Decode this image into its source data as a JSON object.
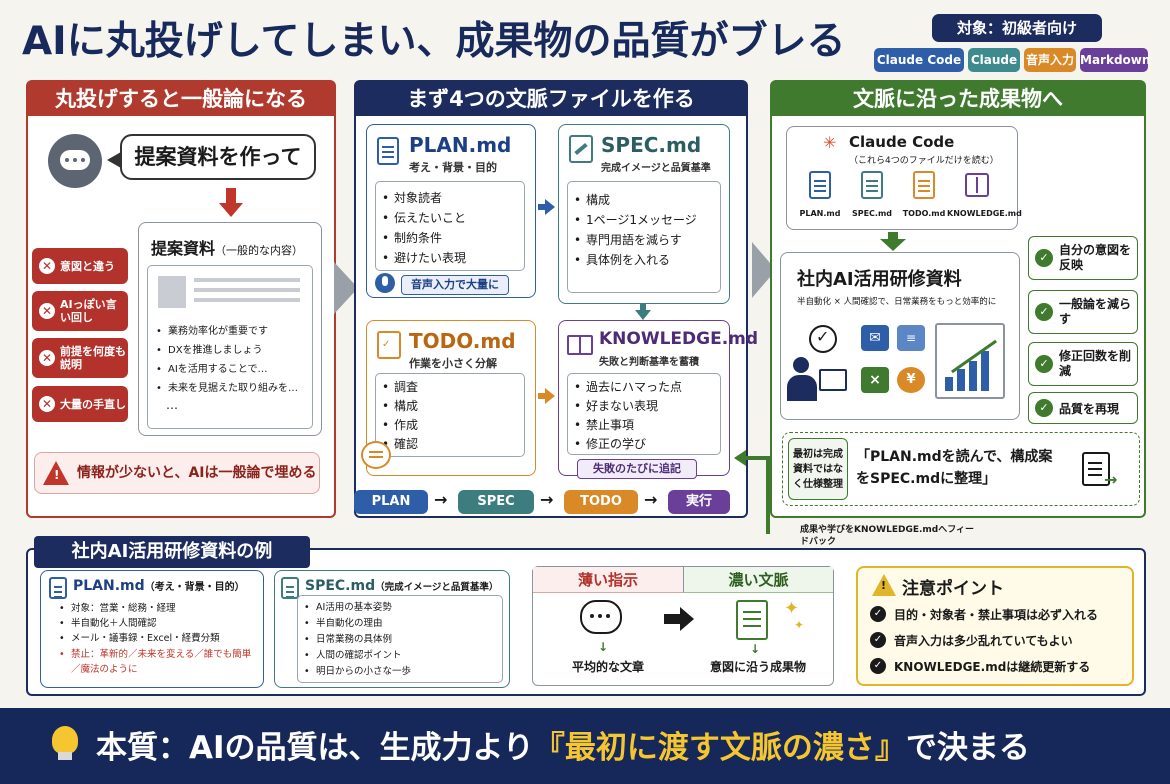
{
  "title": "AIに丸投げしてしまい、成果物の品質がブレる",
  "audience": "対象：初級者向け",
  "tags": [
    {
      "label": "Claude Code",
      "color": "#2f5ea8"
    },
    {
      "label": "Claude",
      "color": "#3d8a8f"
    },
    {
      "label": "音声入力",
      "color": "#d98a27"
    },
    {
      "label": "Markdown",
      "color": "#6a3f99"
    }
  ],
  "left": {
    "header": "丸投げすると一般論になる",
    "speech": "提案資料を作って",
    "doc_title": "提案資料",
    "doc_title_sub": "（一般的な内容）",
    "doc_items": [
      "業務効率化が重要です",
      "DXを推進しましょう",
      "AIを活用することで…",
      "未来を見据えた取り組みを…"
    ],
    "doc_more": "…",
    "problems": [
      "意図と違う",
      "AIっぽい言い回し",
      "前提を何度も説明",
      "大量の手直し"
    ],
    "warning": "情報が少ないと、AIは一般論で埋める"
  },
  "middle": {
    "header": "まず4つの文脈ファイルを作る",
    "plan": {
      "name": "PLAN.md",
      "sub": "考え・背景・目的",
      "items": [
        "対象読者",
        "伝えたいこと",
        "制約条件",
        "避けたい表現"
      ],
      "voice": "音声入力で大量に"
    },
    "spec": {
      "name": "SPEC.md",
      "sub": "完成イメージと品質基準",
      "items": [
        "構成",
        "1ページ1メッセージ",
        "専門用語を減らす",
        "具体例を入れる"
      ]
    },
    "todo": {
      "name": "TODO.md",
      "sub": "作業を小さく分解",
      "items": [
        "調査",
        "構成",
        "作成",
        "確認"
      ]
    },
    "knowledge": {
      "name": "KNOWLEDGE.md",
      "sub": "失敗と判断基準を蓄積",
      "items": [
        "過去にハマった点",
        "好まない表現",
        "禁止事項",
        "修正の学び"
      ],
      "footer": "失敗のたびに追記"
    },
    "flow": [
      "PLAN",
      "SPEC",
      "TODO",
      "実行"
    ]
  },
  "right": {
    "header": "文脈に沿った成果物へ",
    "claude_title": "Claude Code",
    "claude_sub": "（これら4つのファイルだけを読む）",
    "files": [
      "PLAN.md",
      "SPEC.md",
      "TODO.md",
      "KNOWLEDGE.md"
    ],
    "output_title": "社内AI活用研修資料",
    "output_sub": "半自動化 × 人間確認で、日常業務をもっと効率的に",
    "benefits": [
      "自分の意図を反映",
      "一般論を減らす",
      "修正回数を削減",
      "品質を再現"
    ],
    "note": "最初は完成資料ではなく仕様整理",
    "quote": "「PLAN.mdを読んで、構成案をSPEC.mdに整理」",
    "feedback": "成果や学びをKNOWLEDGE.mdへフィードバック"
  },
  "example": {
    "header": "社内AI活用研修資料の例",
    "plan": {
      "name": "PLAN.md",
      "sub": "（考え・背景・目的）",
      "items": [
        "対象：営業・総務・経理",
        "半自動化＋人間確認",
        "メール・議事録・Excel・経費分類"
      ],
      "warn": "禁止：革新的／未来を変える／誰でも簡単／魔法のように"
    },
    "spec": {
      "name": "SPEC.md",
      "sub": "（完成イメージと品質基準）",
      "items": [
        "AI活用の基本姿勢",
        "半自動化の理由",
        "日常業務の具体例",
        "人間の確認ポイント",
        "明日からの小さな一歩"
      ]
    },
    "compare": {
      "weak": "薄い指示",
      "weak_caption": "平均的な文章",
      "strong": "濃い文脈",
      "strong_caption": "意図に沿う成果物"
    },
    "caution": {
      "title": "注意ポイント",
      "items": [
        "目的・対象者・禁止事項は必ず入れる",
        "音声入力は多少乱れていてもよい",
        "KNOWLEDGE.mdは継続更新する"
      ]
    }
  },
  "footer": {
    "prefix": "本質：AIの品質は、生成力より",
    "emphasis": "『最初に渡す文脈の濃さ』",
    "suffix": "で決まる"
  }
}
